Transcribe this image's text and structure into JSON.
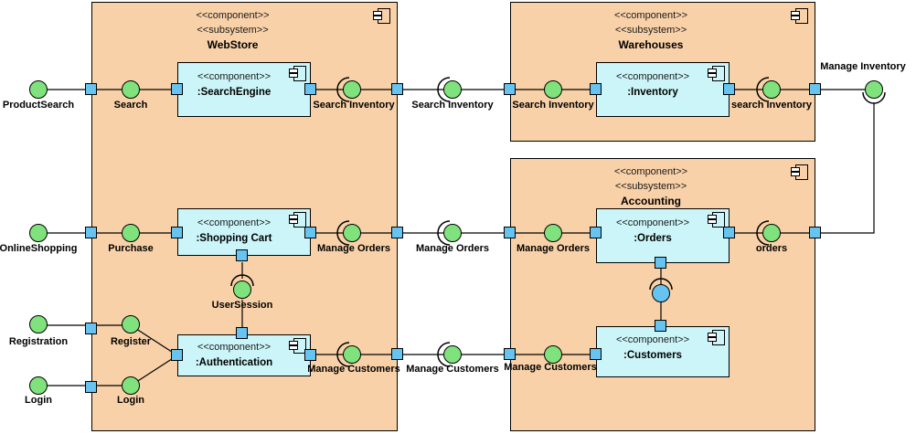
{
  "diagram_type": "UML component diagram",
  "colors": {
    "subsystem_fill": "#F9D1A8",
    "component_fill": "#CBF5F8",
    "port_fill": "#67C3F0",
    "provided_interface_fill": "#80E27D",
    "assembly_ball_fill": "#67C3F0",
    "outline": "#000000",
    "background": "#FFFFFF"
  },
  "subsystems": [
    {
      "stereotype_component": "<<component>>",
      "stereotype_subsystem": "<<subsystem>>",
      "name": "WebStore"
    },
    {
      "stereotype_component": "<<component>>",
      "stereotype_subsystem": "<<subsystem>>",
      "name": "Warehouses"
    },
    {
      "stereotype_component": "<<component>>",
      "stereotype_subsystem": "<<subsystem>>",
      "name": "Accounting"
    }
  ],
  "components": [
    {
      "stereotype": "<<component>>",
      "name": ":SearchEngine"
    },
    {
      "stereotype": "<<component>>",
      "name": ":Inventory"
    },
    {
      "stereotype": "<<component>>",
      "name": ":Shopping Cart"
    },
    {
      "stereotype": "<<component>>",
      "name": ":Orders"
    },
    {
      "stereotype": "<<component>>",
      "name": ":Authentication"
    },
    {
      "stereotype": "<<component>>",
      "name": ":Customers"
    }
  ],
  "labels": {
    "product_search": "ProductSearch",
    "search": "Search",
    "search_inventory_ws": "Search Inventory",
    "search_inventory_mid": "Search Inventory",
    "search_inventory_wh": "Search Inventory",
    "search_inventory_out": "search inventory",
    "manage_inventory": "Manage Inventory",
    "online_shopping": "OnlineShopping",
    "purchase": "Purchase",
    "manage_orders_ws": "Manage Orders",
    "manage_orders_mid": "Manage Orders",
    "manage_orders_acc": "Manage Orders",
    "orders": "orders",
    "user_session": "UserSession",
    "registration": "Registration",
    "register": "Register",
    "login_outer": "Login",
    "login_inner": "Login",
    "manage_customers_ws": "Manage Customers",
    "manage_customers_mid": "Manage Customers",
    "manage_customers_acc": "Manage Customers"
  }
}
